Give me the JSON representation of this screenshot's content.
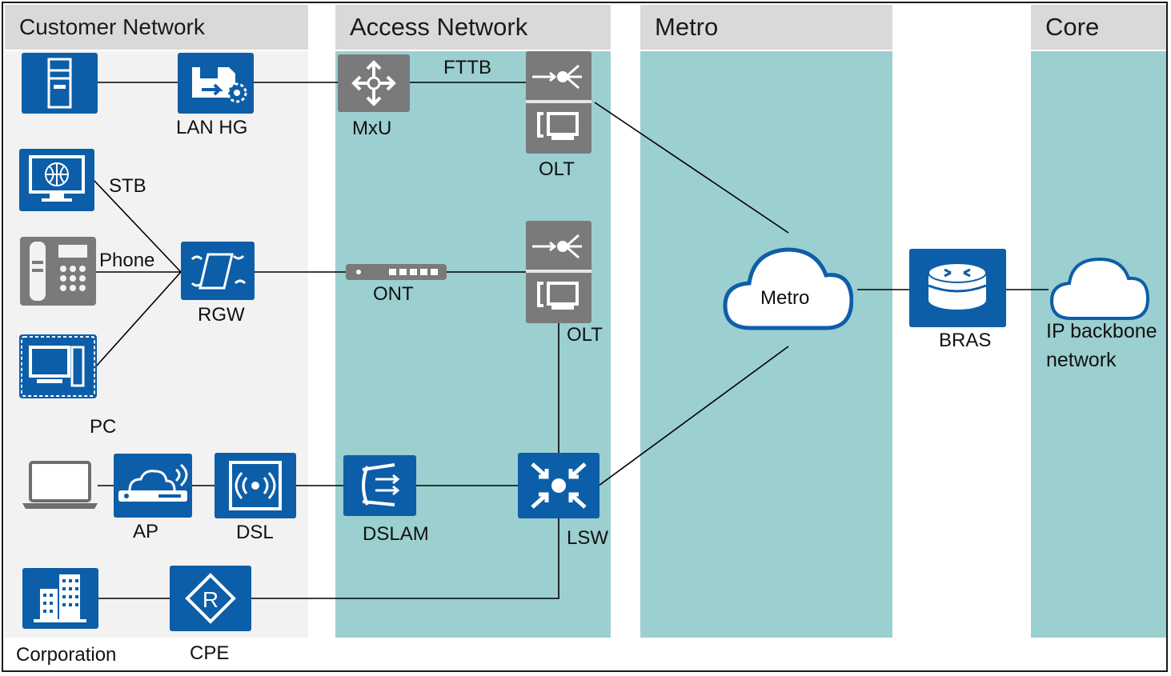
{
  "zones": {
    "customer": "Customer Network",
    "access": "Access Network",
    "metro": "Metro",
    "core": "Core"
  },
  "labels": {
    "lan_hg": "LAN HG",
    "stb": "STB",
    "phone": "Phone",
    "rgw": "RGW",
    "pc": "PC",
    "ap": "AP",
    "dsl": "DSL",
    "corporation": "Corporation",
    "cpe": "CPE",
    "mxu": "MxU",
    "fttb": "FTTB",
    "olt_top": "OLT",
    "ont": "ONT",
    "olt_mid": "OLT",
    "dslam": "DSLAM",
    "lsw": "LSW",
    "metro_cloud": "Metro",
    "bras": "BRAS",
    "ip_backbone_line1": "IP backbone",
    "ip_backbone_line2": "network"
  },
  "icons": {
    "server": "server-icon",
    "lan_hg": "lan-hg-icon",
    "stb": "monitor-globe-icon",
    "phone": "desk-phone-icon",
    "rgw": "rgw-icon",
    "pc": "pc-icon",
    "laptop": "laptop-icon",
    "ap": "wifi-router-icon",
    "dsl": "dsl-modem-icon",
    "corporation": "building-icon",
    "cpe": "router-r-icon",
    "mxu": "mxu-icon",
    "olt": "olt-icon",
    "ont": "ont-icon",
    "dslam": "dslam-icon",
    "lsw": "lan-switch-icon",
    "cloud": "cloud-icon",
    "bras": "bras-icon"
  },
  "colors": {
    "header_gray": "#d9d9d9",
    "customer_bg": "#f2f2f2",
    "network_teal": "#9bcfd0",
    "device_blue": "#0d5ea8",
    "device_gray": "#7a7a7a",
    "line": "#000000"
  }
}
